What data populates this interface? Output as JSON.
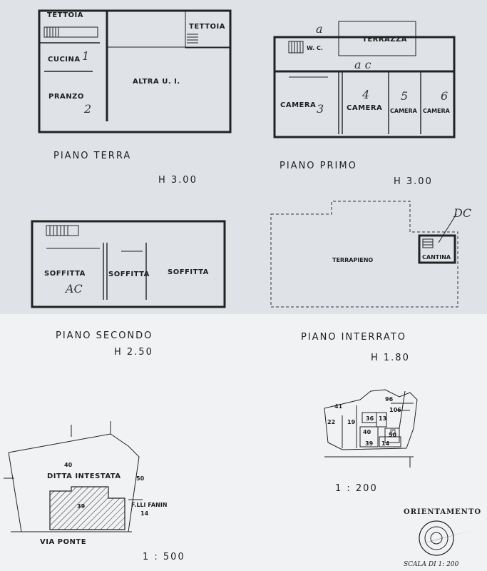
{
  "piano_terra": {
    "rooms": {
      "tettoia_left": "TETTOIA",
      "tettoia_right": "TETTOIA",
      "cucina": "CUCINA",
      "pranzo": "PRANZO",
      "altra": "ALTRA  U. I."
    },
    "notes": {
      "n1": "1",
      "n2": "2"
    },
    "title": "PIANO   TERRA",
    "height": "H 3.00"
  },
  "piano_primo": {
    "rooms": {
      "wc": "W. C.",
      "terrazza": "TERRAZZA",
      "camera1": "CAMERA",
      "camera2": "CAMERA",
      "camera3": "CAMERA",
      "camera4": "CAMERA"
    },
    "notes": {
      "n3": "3",
      "n4": "4",
      "n5": "5",
      "n6": "6",
      "na": "a",
      "nac": "a c"
    },
    "title": "PIANO   PRIMO",
    "height": "H 3.00"
  },
  "piano_secondo": {
    "rooms": {
      "soffitta1": "SOFFITTA",
      "soffitta2": "SOFFITTA",
      "soffitta3": "SOFFITTA"
    },
    "notes": {
      "nac": "AC"
    },
    "title": "PIANO   SECONDO",
    "height": "H  2.50"
  },
  "piano_interrato": {
    "rooms": {
      "terrapieno": "TERRAPIENO",
      "cantina": "CANTINA"
    },
    "notes": {
      "ndc": "DC"
    },
    "title": "PIANO  INTERRATO",
    "height": "H  1.80"
  },
  "mappa_200": {
    "parcels": [
      "41",
      "22",
      "19",
      "36",
      "13",
      "40",
      "39",
      "14",
      "50",
      "96",
      "106"
    ],
    "scale": "1  :  200"
  },
  "mappa_500": {
    "labels": {
      "p40": "40",
      "ditta": "DITTA  INTESTATA",
      "p50": "50",
      "p39": "39",
      "fanin": "F.LLI  FANIN",
      "p14": "14",
      "via": "VIA      PONTE"
    },
    "scale": "1  :  500"
  },
  "orientamento": {
    "title": "ORIENTAMENTO",
    "scale": "SCALA DI 1: 200"
  }
}
